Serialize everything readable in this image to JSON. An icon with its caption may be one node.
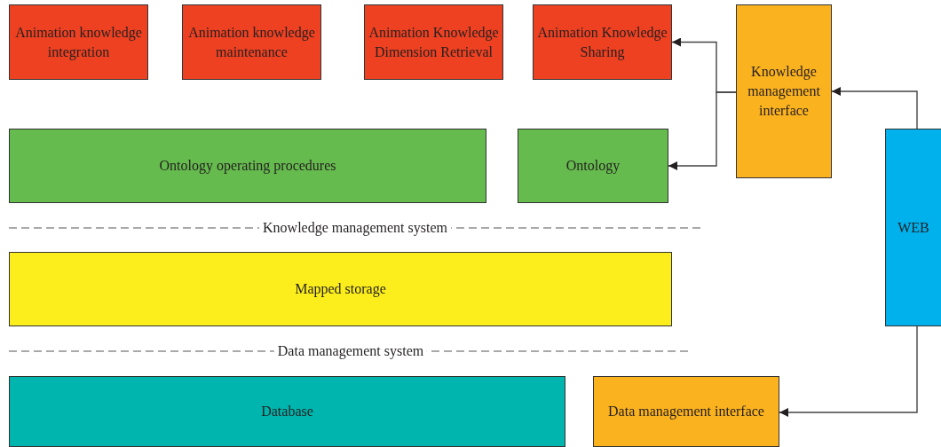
{
  "diagram": {
    "nodes": [
      {
        "text": [
          "Animation knowledge integration"
        ]
      },
      {
        "text": [
          "Animation knowledge maintenance"
        ]
      },
      {
        "text": [
          "Animation Knowledge Dimension Retrieval"
        ]
      },
      {
        "text": [
          "Animation Knowledge Sharing"
        ]
      },
      {
        "text": [
          "Ontology operating procedures"
        ]
      },
      {
        "text": [
          "Ontology"
        ]
      },
      {
        "text": [
          "Knowledge management interface"
        ]
      },
      {
        "text": [
          "WEB"
        ]
      },
      {
        "text": [
          "Mapped storage"
        ]
      },
      {
        "text": [
          "Database"
        ]
      },
      {
        "text": [
          "Data management interface"
        ]
      }
    ],
    "edges": [
      {
        "from": 6,
        "to": 3,
        "arrow": "to"
      },
      {
        "from": 6,
        "to": 5,
        "arrow": "to"
      },
      {
        "from": 7,
        "to": 6,
        "arrow": "to"
      },
      {
        "from": 7,
        "to": 10,
        "arrow": "to"
      }
    ],
    "labels": [
      "Knowledge management system",
      "Data management system"
    ]
  }
}
